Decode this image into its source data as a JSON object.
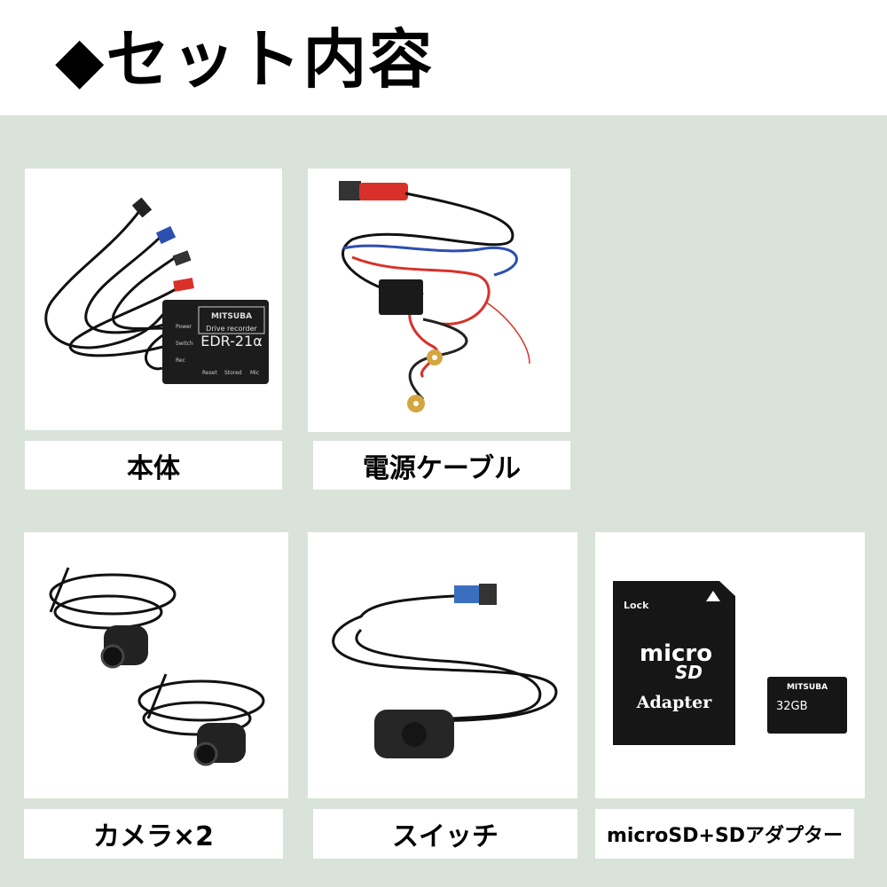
{
  "header": {
    "title": "◆セット内容"
  },
  "items": [
    {
      "label": "本体",
      "image": {
        "brand": "MITSUBA",
        "model_line": "Drive recorder",
        "model": "EDR-21α",
        "buttons": [
          "Power",
          "Switch",
          "Rec",
          "Reset",
          "Stored",
          "Mic"
        ]
      }
    },
    {
      "label": "電源ケーブル"
    },
    {
      "label": "カメラ×2"
    },
    {
      "label": "スイッチ"
    },
    {
      "label": "microSD+SDアダプター",
      "image": {
        "lock": "Lock",
        "adapter_text": "Adapter",
        "micro_text": "micro",
        "sd_text": "SD",
        "card_brand": "MITSUBA",
        "capacity": "32GB"
      }
    }
  ],
  "colors": {
    "background": "#d9e3d9",
    "card": "#ffffff",
    "cable_red": "#d9302a",
    "cable_blue": "#2d4fb0"
  }
}
